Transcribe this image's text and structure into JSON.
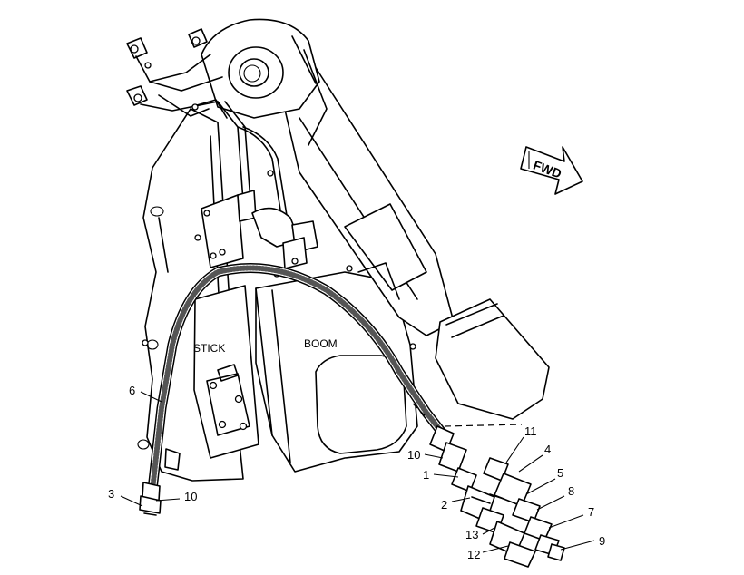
{
  "zones": {
    "stick": "STICK",
    "boom": "BOOM"
  },
  "direction_arrow": {
    "text": "FWD",
    "icon": "forward-arrow-icon"
  },
  "callouts": {
    "c1": "1",
    "c2": "2",
    "c3": "3",
    "c4": "4",
    "c5": "5",
    "c6": "6",
    "c7": "7",
    "c8": "8",
    "c9": "9",
    "c10a": "10",
    "c10b": "10",
    "c11": "11",
    "c12": "12",
    "c13": "13"
  }
}
